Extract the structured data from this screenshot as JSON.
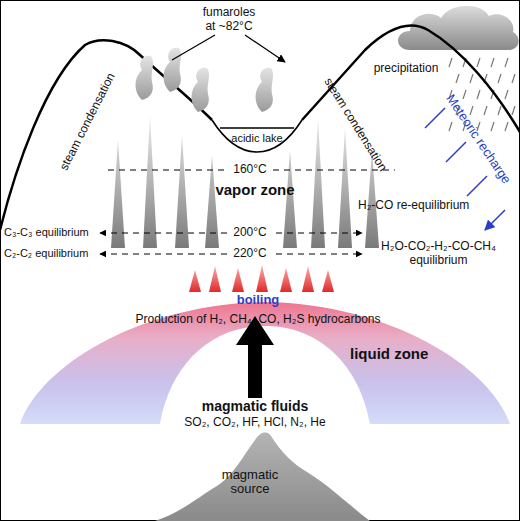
{
  "diagram": {
    "nodes": [
      {
        "text": [
          "acidic lake"
        ]
      },
      {
        "text": [
          "liquid zone"
        ]
      },
      {
        "text": [
          "magmatic source"
        ]
      }
    ],
    "labels": [
      "fumaroles at ~82°C",
      "precipitation",
      "Meteoric recharge",
      "steam condensation",
      "steam condensation",
      "160°C",
      "vapor zone",
      "H₂-CO re-equilibrium",
      "C₃-C₃ equilibrium",
      "200°C",
      "C₂-C₂ equilibrium",
      "220°C",
      "H₂O-CO₂-H₂-CO-CH₄ equilibrium",
      "boiling",
      "Production of H₂, CH₄, CO, H₂S hydrocarbons",
      "magmatic fluids",
      "SO₂, CO₂, HF, HCl, N₂, He"
    ]
  }
}
